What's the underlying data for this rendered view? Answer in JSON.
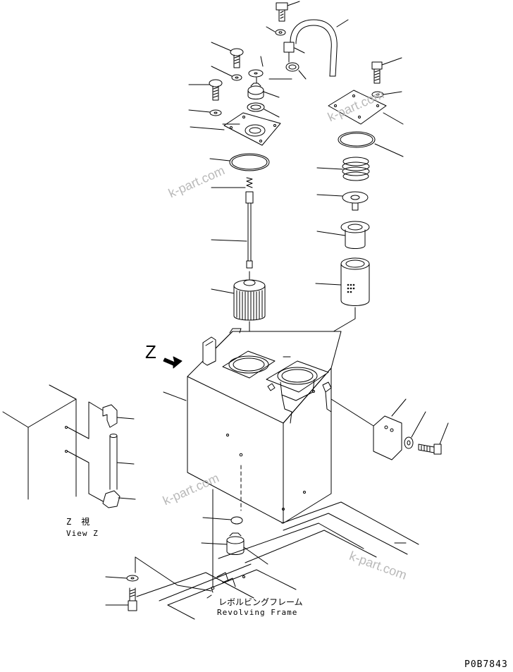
{
  "labels": {
    "arrow_letter": "Z",
    "view_z_jp": "Z　視",
    "view_z_en": "View Z",
    "frame_jp": "レボルビングフレーム",
    "frame_en": "Revolving Frame",
    "drawing_code": "P0B7843"
  },
  "watermarks": [
    "k-part.com",
    "k-part.com",
    "k-part.com",
    "k-part.com"
  ],
  "colors": {
    "line": "#000000",
    "watermark": "#b9b9b9",
    "background": "#ffffff"
  }
}
